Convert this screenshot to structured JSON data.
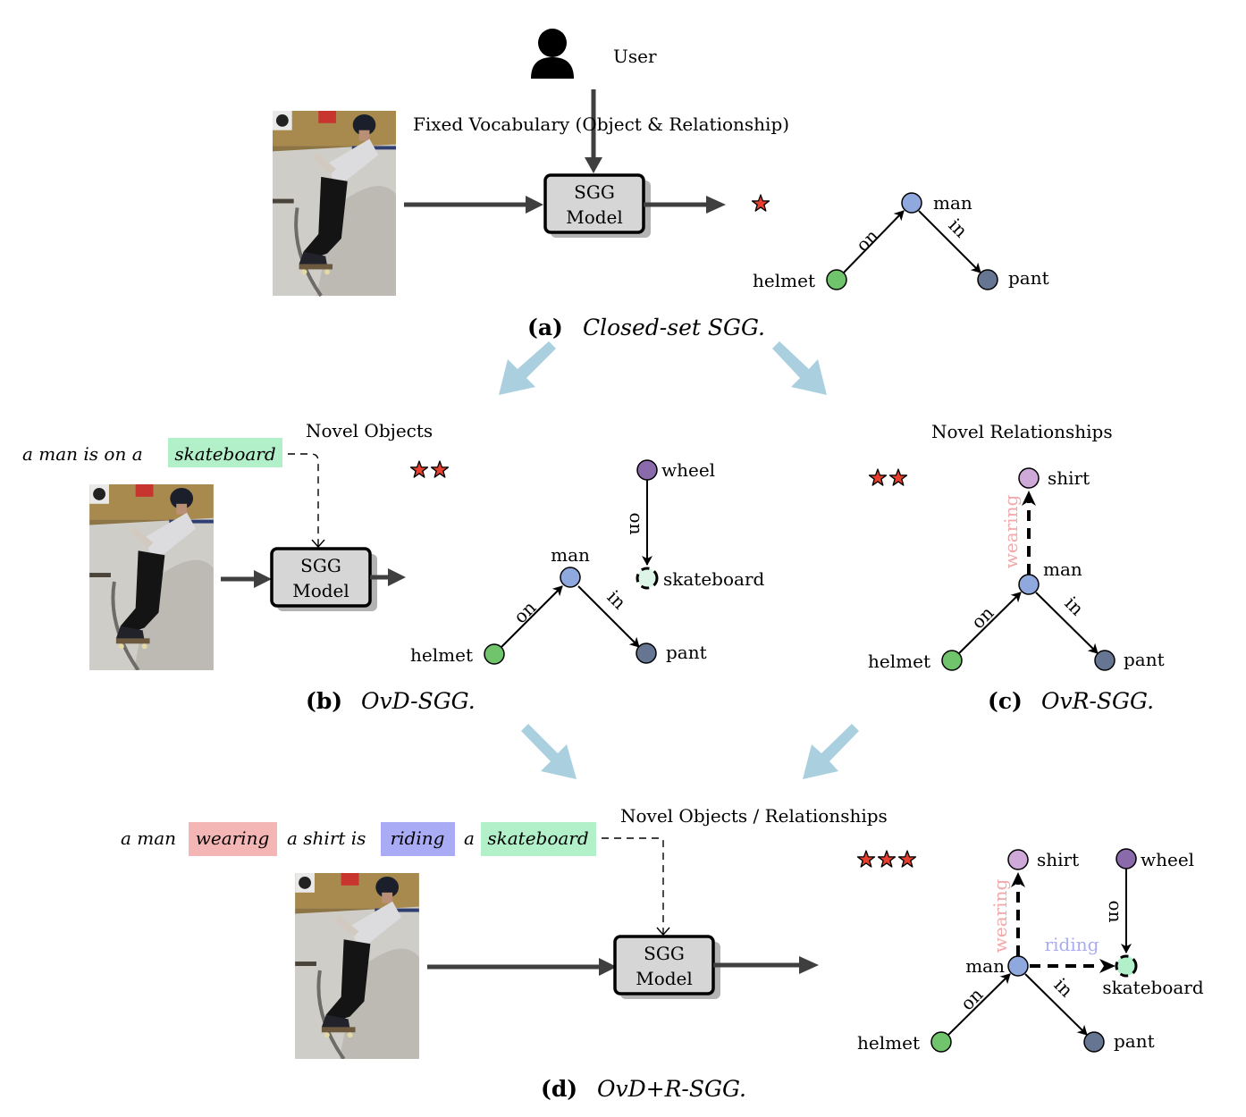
{
  "colors": {
    "arrow_dark": "#3f3f3f",
    "flow_arrow": "#aad0e0",
    "model_fill": "#d6d6d6",
    "model_shadow": "#b3b3b3",
    "star": "#e8402f",
    "node_man": "#8fa8dd",
    "node_helmet": "#70c46c",
    "node_pant": "#667591",
    "node_wheel": "#8a6aaa",
    "node_shirt": "#cfa9d8",
    "node_skateboard_b": "#dcf5e8",
    "node_skateboard_d": "#b2f0c9",
    "hl_wearing": "#f4b6b4",
    "hl_riding": "#a9acf5",
    "hl_skateboard": "#b2f0c9",
    "txt_wearing": "#f2a8a8",
    "txt_riding": "#a9acf5"
  },
  "top": {
    "user_icon": "user-silhouette-icon",
    "user_label": "User",
    "vocab_label": "Fixed Vocabulary (Object & Relationship)"
  },
  "model": {
    "line1": "SGG",
    "line2": "Model"
  },
  "panels": {
    "a": {
      "caption_tag": "(a)",
      "caption_title": "Closed-set SGG.",
      "stars": 1,
      "nodes": {
        "man": "man",
        "helmet": "helmet",
        "pant": "pant"
      },
      "edges": {
        "helmet_man": "on",
        "man_pant": "in"
      }
    },
    "b": {
      "caption_tag": "(b)",
      "caption_title": "OvD-SGG.",
      "heading": "Novel Objects",
      "stars": 2,
      "sentence": {
        "prefix": "a man is on a",
        "highlight": "skateboard"
      },
      "nodes": {
        "man": "man",
        "helmet": "helmet",
        "pant": "pant",
        "wheel": "wheel",
        "skateboard": "skateboard"
      },
      "edges": {
        "helmet_man": "on",
        "man_pant": "in",
        "wheel_skateboard": "on"
      }
    },
    "c": {
      "caption_tag": "(c)",
      "caption_title": "OvR-SGG.",
      "heading": "Novel Relationships",
      "stars": 2,
      "nodes": {
        "man": "man",
        "helmet": "helmet",
        "pant": "pant",
        "shirt": "shirt"
      },
      "edges": {
        "helmet_man": "on",
        "man_pant": "in",
        "man_shirt": "wearing"
      }
    },
    "d": {
      "caption_tag": "(d)",
      "caption_title": "OvD+R-SGG.",
      "heading": "Novel Objects / Relationships",
      "stars": 3,
      "sentence": {
        "w1": "a man",
        "h1": "wearing",
        "w2": "a shirt is",
        "h2": "riding",
        "w3": "a",
        "h3": "skateboard"
      },
      "nodes": {
        "man": "man",
        "helmet": "helmet",
        "pant": "pant",
        "shirt": "shirt",
        "wheel": "wheel",
        "skateboard": "skateboard"
      },
      "edges": {
        "helmet_man": "on",
        "man_pant": "in",
        "man_shirt": "wearing",
        "man_skateboard": "riding",
        "wheel_skateboard": "on"
      }
    }
  }
}
